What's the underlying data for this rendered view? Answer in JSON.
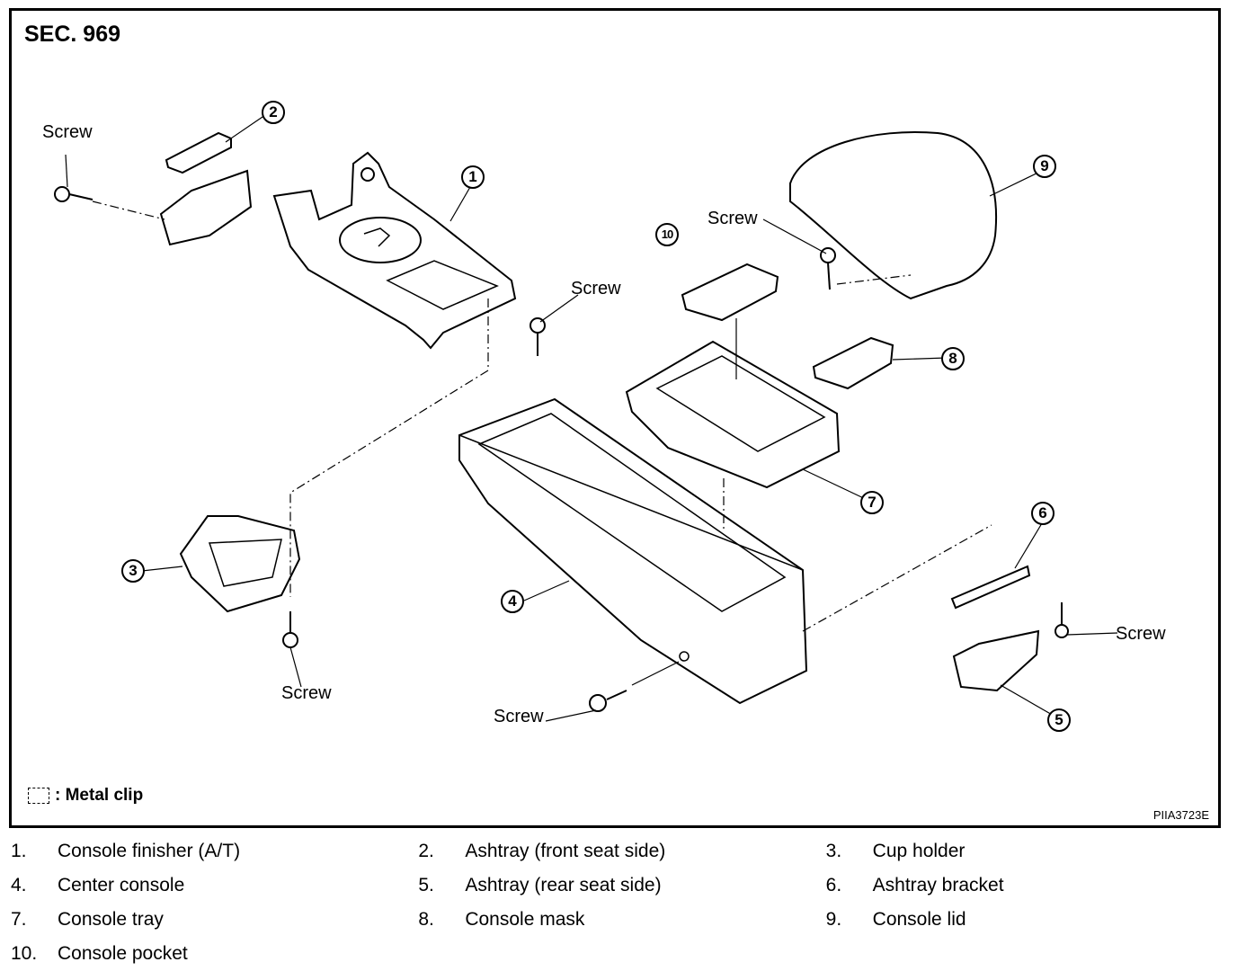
{
  "figure": {
    "section_title": "SEC. 969",
    "figure_code": "PIIA3723E",
    "metal_clip_legend": ": Metal clip",
    "screw_label": "Screw",
    "callouts": [
      "1",
      "2",
      "3",
      "4",
      "5",
      "6",
      "7",
      "8",
      "9",
      "10"
    ]
  },
  "legend": {
    "rows": [
      [
        {
          "num": "1.",
          "text": "Console finisher (A/T)"
        },
        {
          "num": "2.",
          "text": "Ashtray (front seat side)"
        },
        {
          "num": "3.",
          "text": "Cup holder"
        }
      ],
      [
        {
          "num": "4.",
          "text": "Center console"
        },
        {
          "num": "5.",
          "text": "Ashtray (rear seat side)"
        },
        {
          "num": "6.",
          "text": "Ashtray bracket"
        }
      ],
      [
        {
          "num": "7.",
          "text": "Console tray"
        },
        {
          "num": "8.",
          "text": "Console mask"
        },
        {
          "num": "9.",
          "text": "Console lid"
        }
      ],
      [
        {
          "num": "10.",
          "text": "Console pocket"
        }
      ]
    ]
  }
}
